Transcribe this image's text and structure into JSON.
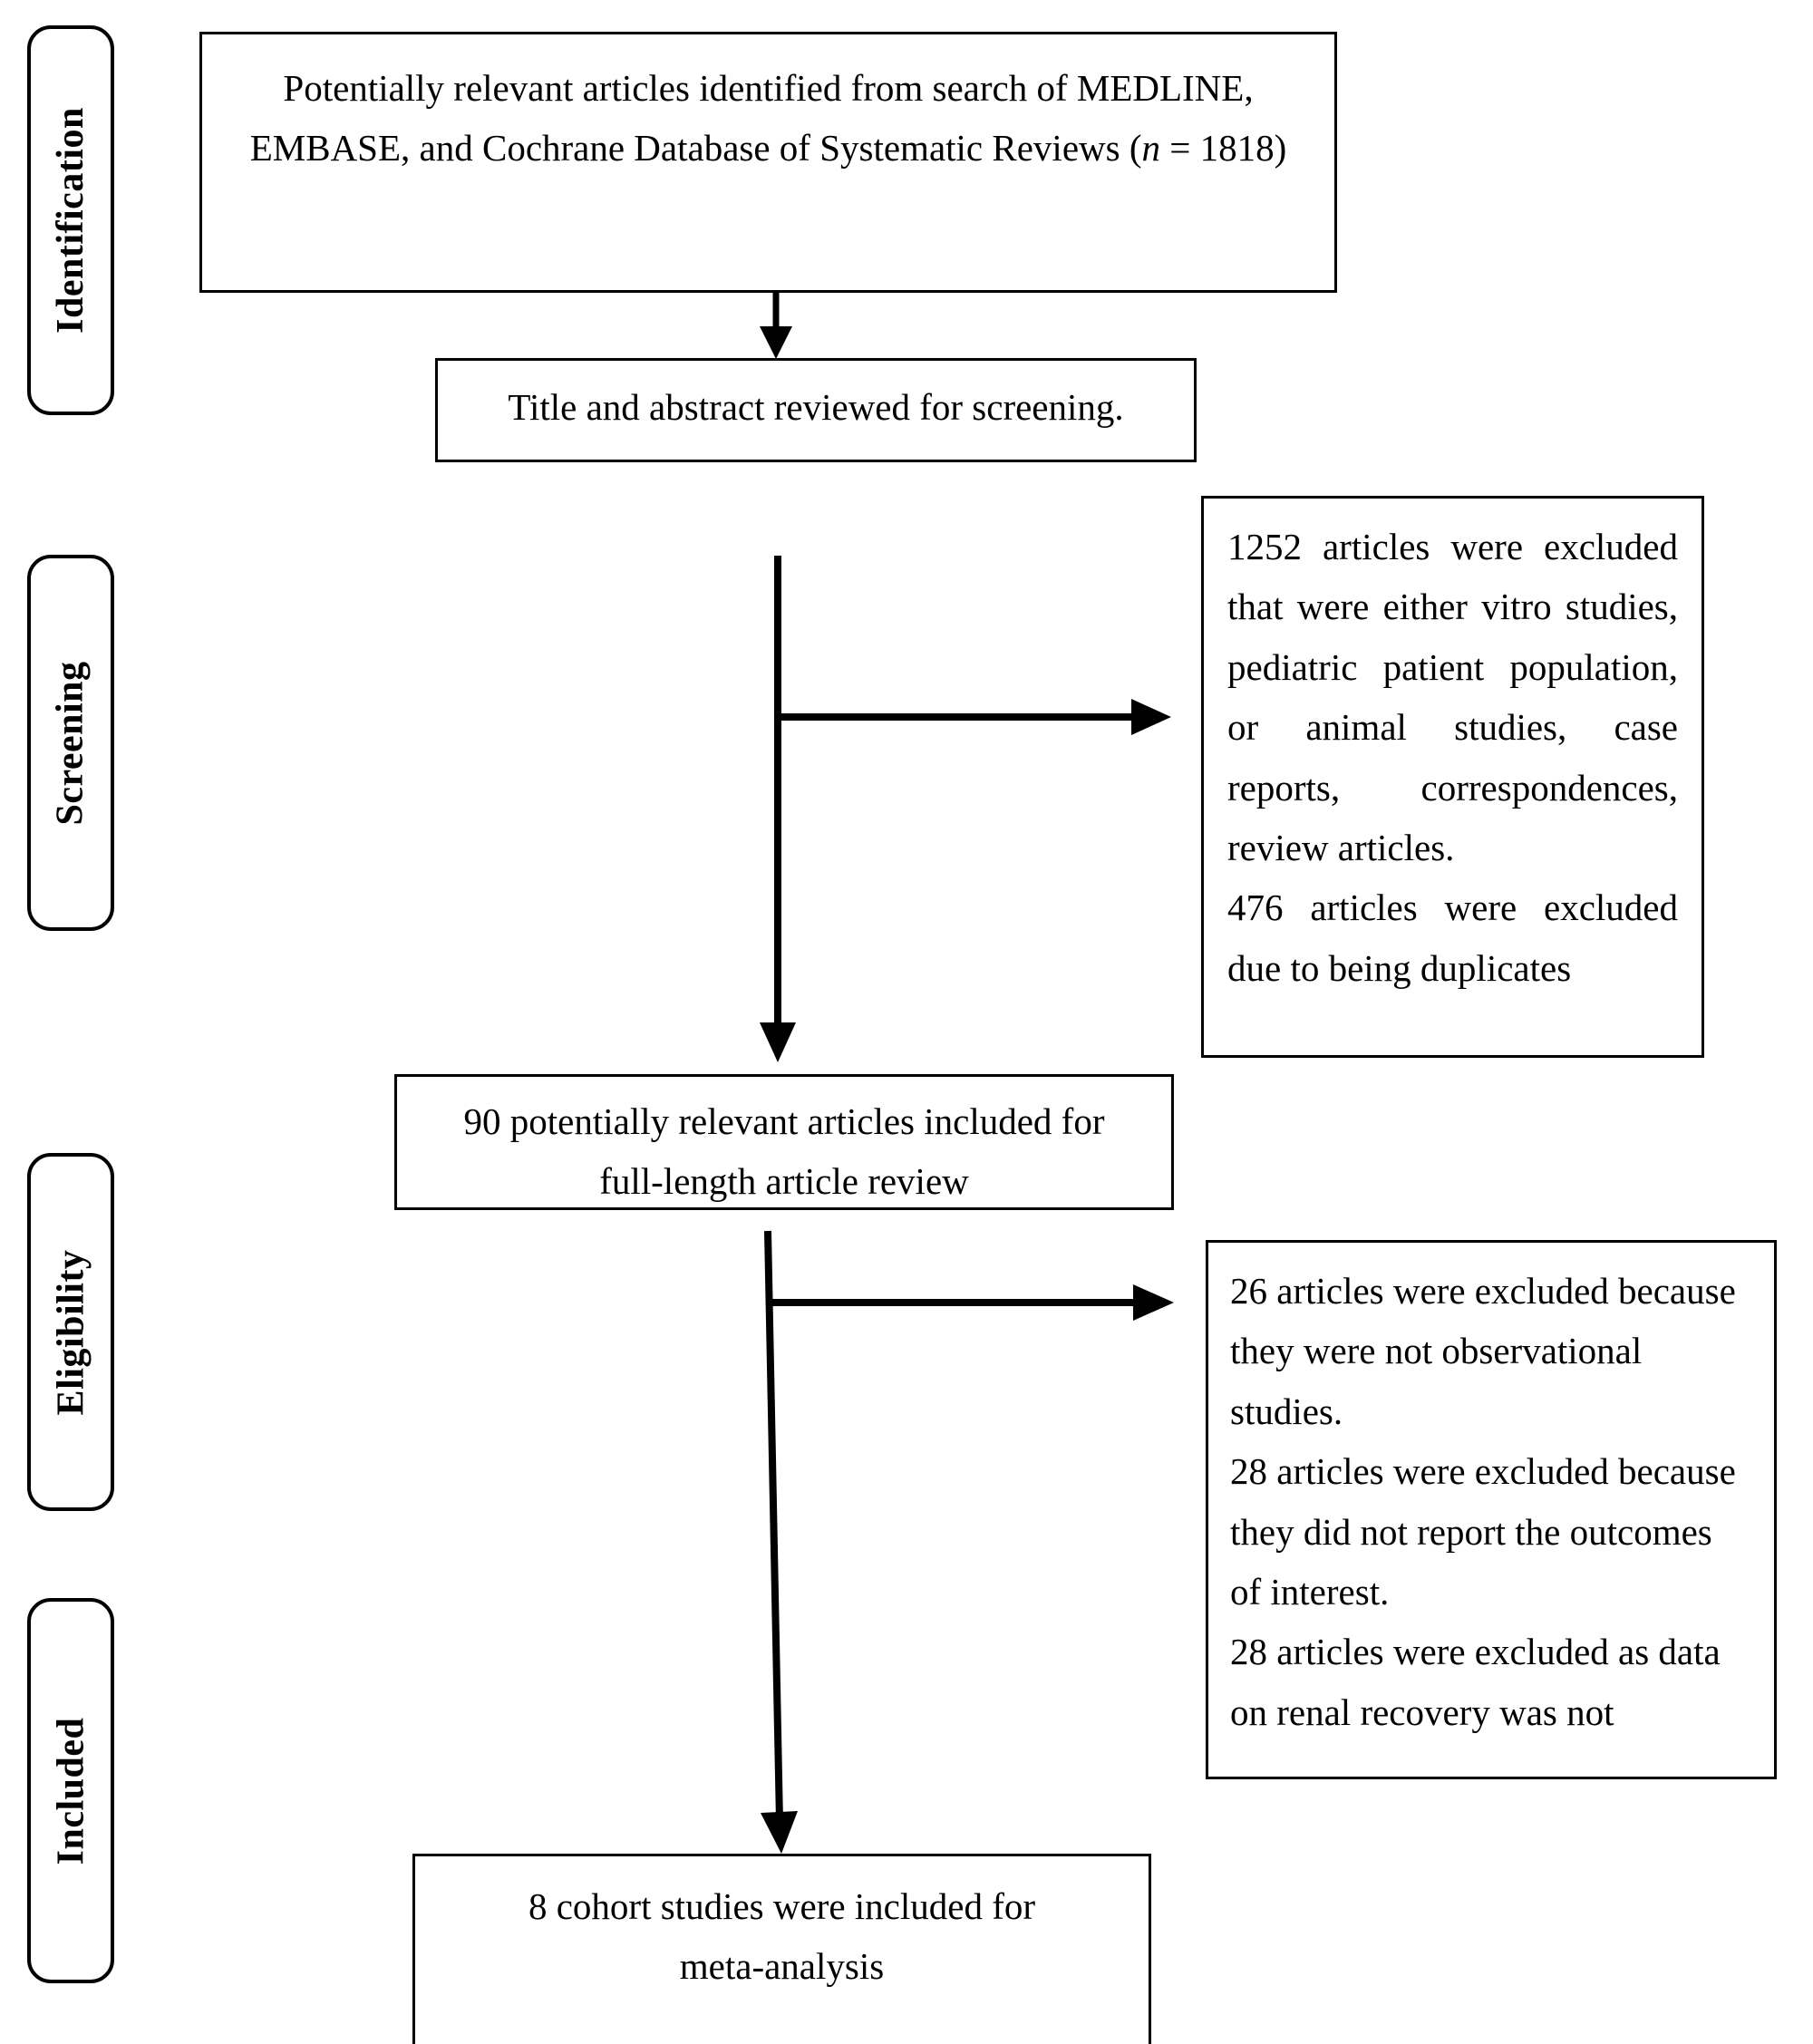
{
  "diagram": {
    "type": "prisma-flow-diagram",
    "title": "PRISMA study selection flow diagram",
    "stages": [
      {
        "id": "identification",
        "label": "Identification"
      },
      {
        "id": "screening",
        "label": "Screening"
      },
      {
        "id": "eligibility",
        "label": "Eligibility"
      },
      {
        "id": "included",
        "label": "Included"
      }
    ],
    "boxes": {
      "records_identified": {
        "line1": "Potentially relevant articles identified from search of MEDLINE,",
        "line2_a": "EMBASE, and Cochrane Database of Systematic Reviews (",
        "line2_italic": "n",
        "line2_b": " = 1818)",
        "n": 1818
      },
      "screened": {
        "text": "Title and abstract reviewed for screening."
      },
      "excluded_screening": {
        "paragraph1": "1252 articles were excluded that were either vitro studies, pediatric patient population, or animal studies, case reports, correspondences, review articles.",
        "paragraph2": "476 articles were excluded due to being duplicates",
        "counts": [
          1252,
          476
        ]
      },
      "full_text_assessed": {
        "line1": "90 potentially relevant articles included for",
        "line2": "full-length article review",
        "n": 90
      },
      "excluded_eligibility": {
        "paragraph1": "26 articles were excluded because they were not observational studies.",
        "paragraph2": "28 articles were excluded because they did not report the outcomes of interest.",
        "paragraph3": "28 articles were excluded as data on renal recovery was not",
        "counts": [
          26,
          28,
          28
        ]
      },
      "included_studies": {
        "line1": "8 cohort studies were included for",
        "line2": "meta-analysis",
        "n": 8
      }
    },
    "connectors": [
      {
        "id": "arrow-identified-to-screened",
        "direction": "down"
      },
      {
        "id": "arrow-screened-to-fulltext",
        "direction": "down"
      },
      {
        "id": "arrow-screening-exclusions",
        "direction": "right"
      },
      {
        "id": "arrow-fulltext-to-included",
        "direction": "down"
      },
      {
        "id": "arrow-eligibility-exclusions",
        "direction": "right"
      }
    ],
    "colors": {
      "stroke": "#000000",
      "background": "#ffffff",
      "text": "#000000"
    }
  }
}
